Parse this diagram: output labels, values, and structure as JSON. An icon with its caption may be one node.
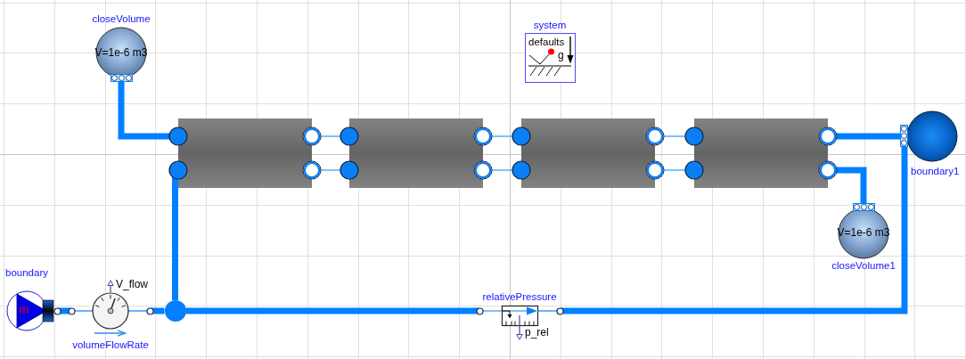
{
  "diagram": {
    "nodes": [
      {
        "text": [
          "closeVolume",
          "V=1e-6 m3"
        ]
      },
      {
        "text": [
          "system",
          "defaults",
          "g"
        ]
      },
      {
        "text": [],
        "shape": "box"
      },
      {
        "text": [],
        "shape": "box"
      },
      {
        "text": [],
        "shape": "box"
      },
      {
        "text": [],
        "shape": "box"
      },
      {
        "text": [
          "boundary1"
        ]
      },
      {
        "text": [
          "V=1e-6 m3",
          "closeVolume1"
        ]
      },
      {
        "text": [
          "boundary",
          "ṁ"
        ]
      },
      {
        "text": [
          "V_flow",
          "volumeFlowRate"
        ]
      },
      {
        "text": [],
        "shape": "circle"
      },
      {
        "text": [
          "relativePressure",
          "p_rel"
        ]
      }
    ],
    "edges": [
      {
        "from": 0,
        "to": 2,
        "arrow": "none"
      },
      {
        "from": 2,
        "to": 3,
        "arrow": "none",
        "color": "#5aa8ff"
      },
      {
        "from": 2,
        "to": 3,
        "arrow": "none",
        "color": "#5aa8ff"
      },
      {
        "from": 3,
        "to": 4,
        "arrow": "none",
        "color": "#5aa8ff"
      },
      {
        "from": 3,
        "to": 4,
        "arrow": "none",
        "color": "#5aa8ff"
      },
      {
        "from": 4,
        "to": 5,
        "arrow": "none",
        "color": "#5aa8ff"
      },
      {
        "from": 4,
        "to": 5,
        "arrow": "none",
        "color": "#5aa8ff"
      },
      {
        "from": 5,
        "to": 6,
        "arrow": "none"
      },
      {
        "from": 5,
        "to": 7,
        "arrow": "none"
      },
      {
        "from": 8,
        "to": 9,
        "arrow": "none"
      },
      {
        "from": 9,
        "to": 10,
        "arrow": "none"
      },
      {
        "from": 10,
        "to": 2,
        "arrow": "none"
      },
      {
        "from": 10,
        "to": 11,
        "arrow": "none"
      },
      {
        "from": 11,
        "to": 6,
        "arrow": "none"
      }
    ]
  }
}
